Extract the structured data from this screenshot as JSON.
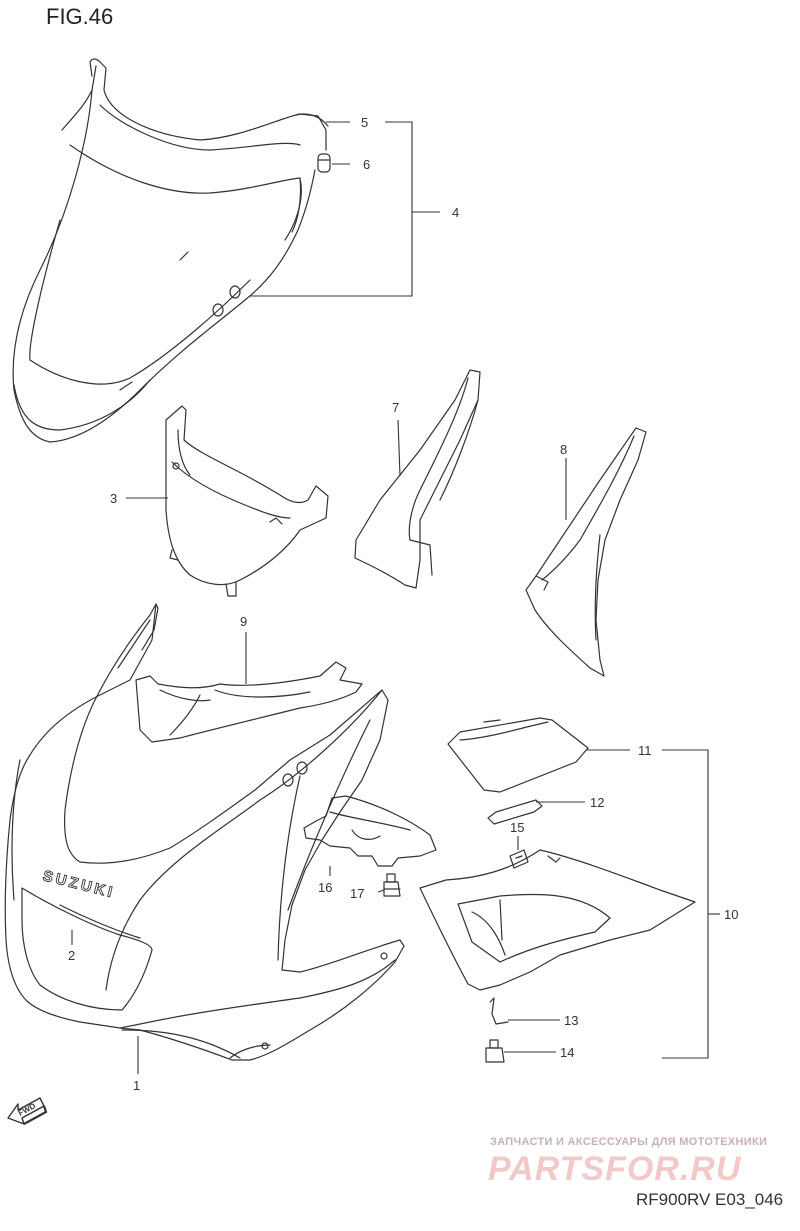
{
  "figure_title": "FIG.46",
  "figure_code": "RF900RV E03_046",
  "watermark": {
    "subtitle": "ЗАПЧАСТИ И АКСЕССУАРЫ ДЛЯ МОТОТЕХНИКИ",
    "logo": "PARTSFOR.RU"
  },
  "brand_text": "SUZUKI",
  "fwd_label": "FWD",
  "part_numbers": [
    "1",
    "2",
    "3",
    "4",
    "5",
    "6",
    "7",
    "8",
    "9",
    "10",
    "11",
    "12",
    "13",
    "14",
    "15",
    "16",
    "17"
  ]
}
